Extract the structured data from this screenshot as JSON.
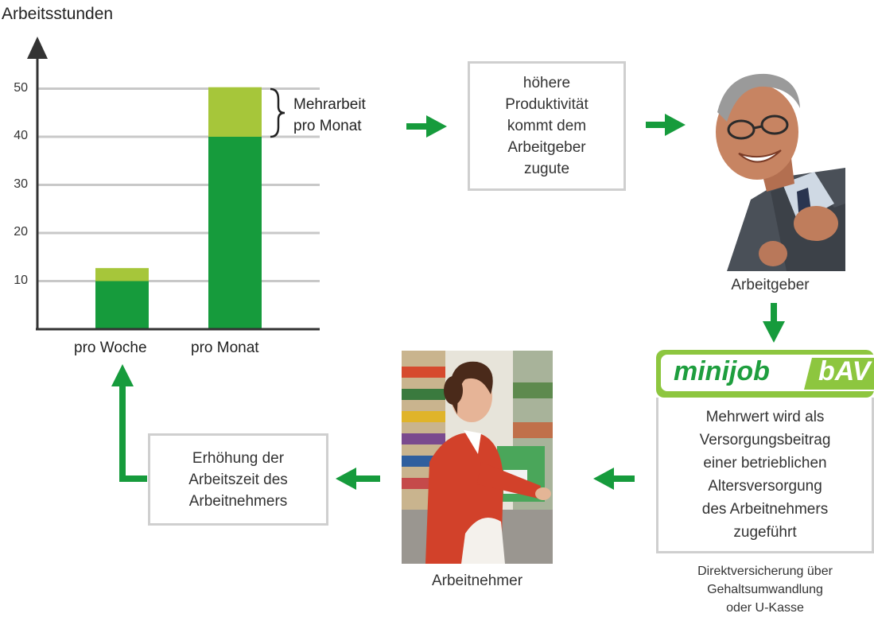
{
  "chart_data": {
    "type": "bar",
    "ylabel": "Arbeitsstunden",
    "categories": [
      "pro Woche",
      "pro Monat"
    ],
    "series": [
      {
        "values": [
          10,
          40
        ],
        "color": "#169b3c"
      },
      {
        "values": [
          2.7,
          10.3
        ],
        "color": "#a6c63a"
      }
    ],
    "yticks": [
      10,
      20,
      30,
      40,
      50
    ],
    "ylim": [
      0,
      55
    ],
    "grid": true,
    "annotation": "Mehrarbeit\npro Monat"
  },
  "diagram": {
    "box_productivity": "höhere\nProduktivität\nkommt dem\nArbeitgeber\nzugute",
    "employer_caption": "Arbeitgeber",
    "logo_left": "minijob",
    "logo_right": "bAV",
    "box_bav": "Mehrwert wird als\nVersorgungsbeitrag\neiner betrieblichen\nAltersversorgung\ndes Arbeitnehmers\nzugeführt",
    "bav_note": "Direktversicherung über\nGehaltsumwandlung\noder U-Kasse",
    "employee_caption": "Arbeitnehmer",
    "box_worktime": "Erhöhung der\nArbeitszeit des\nArbeitnehmers"
  },
  "colors": {
    "arrow": "#169b3c",
    "logo_dark": "#1e9e3e",
    "logo_light": "#8dc63f"
  }
}
